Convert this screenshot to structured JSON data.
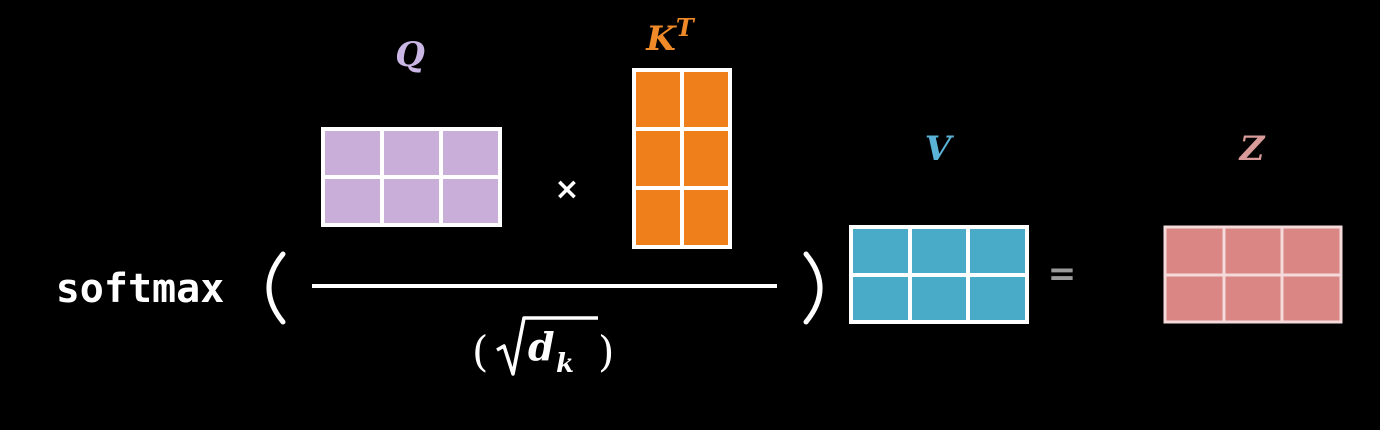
{
  "function_label": "softmax",
  "operator_multiply": "×",
  "operator_equals": "=",
  "denominator": {
    "open_paren": "(",
    "radical": "√",
    "variable": "d",
    "subscript": "k",
    "close_paren": ")"
  },
  "matrices": {
    "q": {
      "label": "Q",
      "rows": 2,
      "cols": 3,
      "color": "#c8aed8",
      "label_color": "#cbb7e6"
    },
    "kt": {
      "label": "K",
      "superscript": "T",
      "rows": 3,
      "cols": 2,
      "color": "#ef7f1a",
      "label_color": "#f08a28"
    },
    "v": {
      "label": "V",
      "rows": 2,
      "cols": 3,
      "color": "#4aabc9",
      "label_color": "#5ab3d6"
    },
    "z": {
      "label": "Z",
      "rows": 2,
      "cols": 3,
      "color": "#d98684",
      "label_color": "#d99a9a"
    }
  },
  "colors": {
    "background": "#000000",
    "grid_line": "#ffffff",
    "text": "#ffffff",
    "equals": "#9a9a9a"
  }
}
